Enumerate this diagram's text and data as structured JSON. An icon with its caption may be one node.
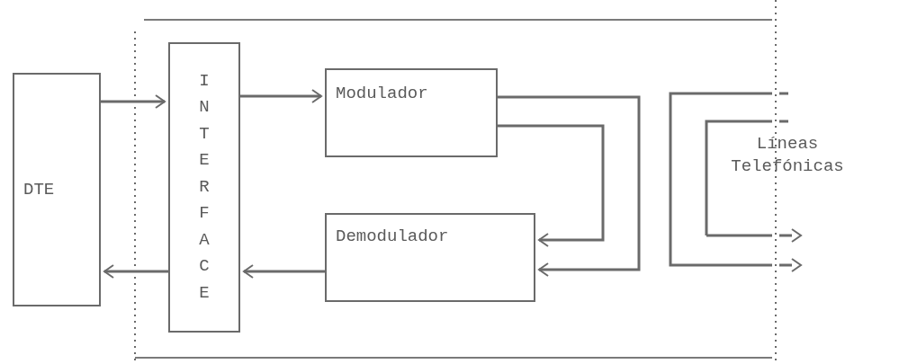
{
  "diagram": {
    "nodes": [
      {
        "text": [
          "DTE"
        ]
      },
      {
        "text": [
          "INTERFACE"
        ]
      },
      {
        "text": [
          "Modulador"
        ]
      },
      {
        "text": [
          "Demodulador"
        ]
      },
      {
        "text": [
          "Líneas Telefónicas"
        ]
      }
    ],
    "edges": [
      {
        "from": 0,
        "to": 1,
        "arrow": "to"
      },
      {
        "from": 1,
        "to": 2,
        "arrow": "to"
      },
      {
        "from": 2,
        "to": 3,
        "arrow": "to"
      },
      {
        "from": 2,
        "to": 3,
        "arrow": "to"
      },
      {
        "from": 3,
        "to": 1,
        "arrow": "to"
      },
      {
        "from": 1,
        "to": 0,
        "arrow": "to"
      }
    ]
  }
}
